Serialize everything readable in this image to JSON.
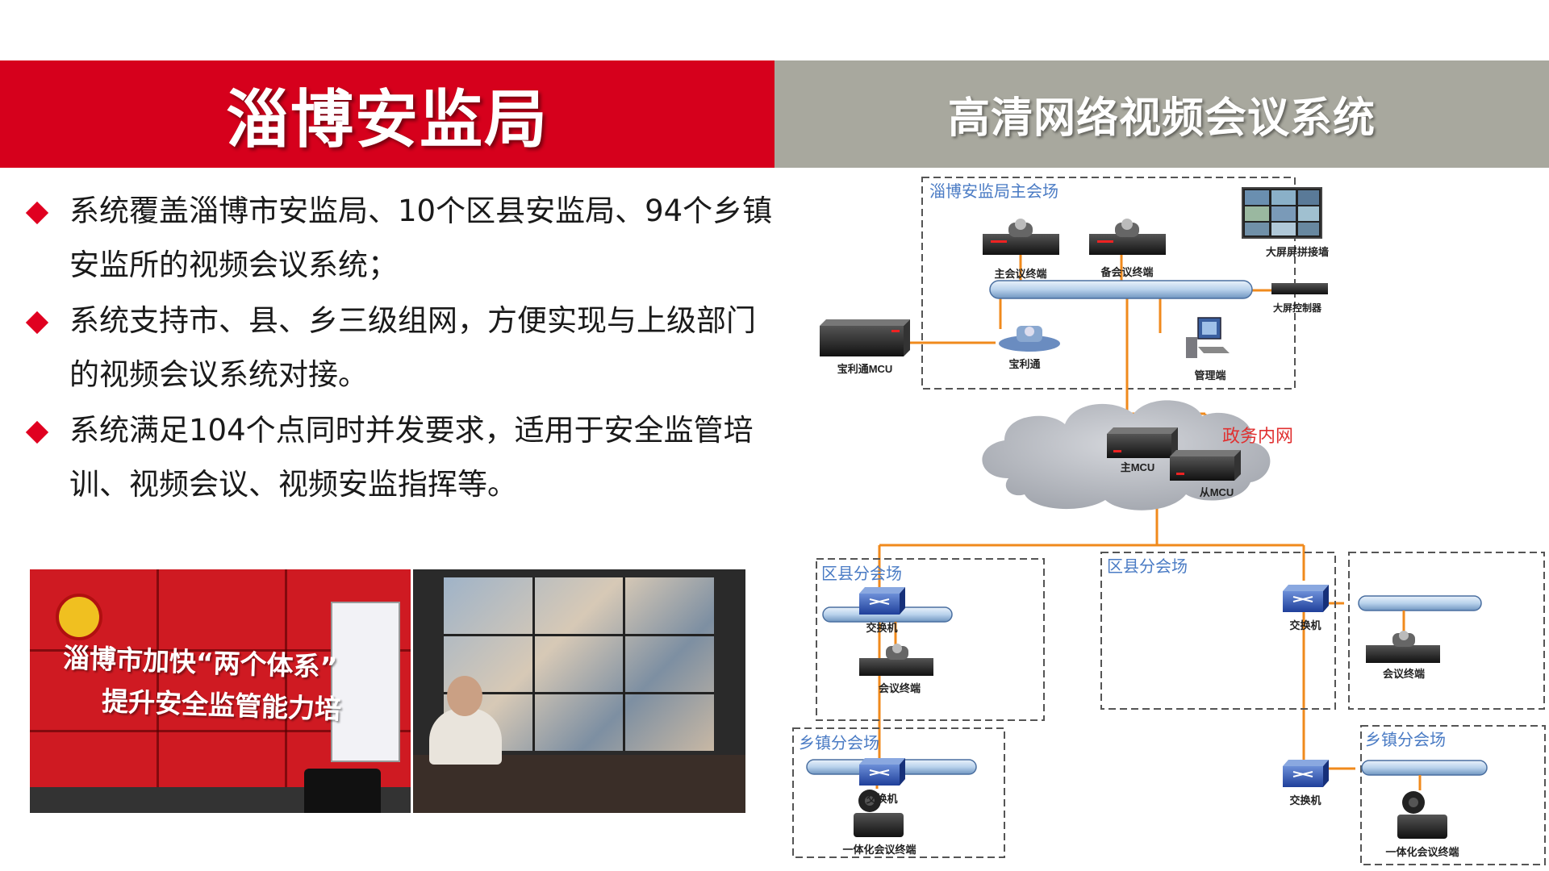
{
  "header": {
    "left_title": "淄博安监局",
    "right_title": "高清网络视频会议系统"
  },
  "bullets": [
    "系统覆盖淄博市安监局、10个区县安监局、94个乡镇安监所的视频会议系统；",
    "系统支持市、县、乡三级组网，方便实现与上级部门的视频会议系统对接。",
    "系统满足104个点同时并发要求，适用于安全监管培训、视频会议、视频安监指挥等。"
  ],
  "photos": {
    "photo1_text_line1": "淄博市加快“两个体系”",
    "photo1_text_line2": "提升安全监管能力培"
  },
  "diagram": {
    "main_site": "淄博安监局主会场",
    "main_terminal": "主会议终端",
    "backup_terminal": "备会议终端",
    "video_wall": "大屏屏拼接墙",
    "wall_controller": "大屏控制器",
    "polycom_mcu": "宝利通MCU",
    "polycom": "宝利通",
    "management": "管理端",
    "gov_network": "政务内网",
    "master_mcu": "主MCU",
    "slave_mcu": "从MCU",
    "county_site_left": "区县分会场",
    "county_site_right": "区县分会场",
    "town_site_left": "乡镇分会场",
    "town_site_right": "乡镇分会场",
    "switch": "交换机",
    "conf_terminal": "会议终端",
    "integrated_terminal": "一体化会议终端"
  },
  "colors": {
    "red_header": "#d6001c",
    "gray_header": "#a8a89e",
    "bullet_diamond": "#e00020",
    "link_orange": "#f08a1c",
    "site_label_blue": "#4a7bc4",
    "gov_net_red": "#e03030"
  }
}
